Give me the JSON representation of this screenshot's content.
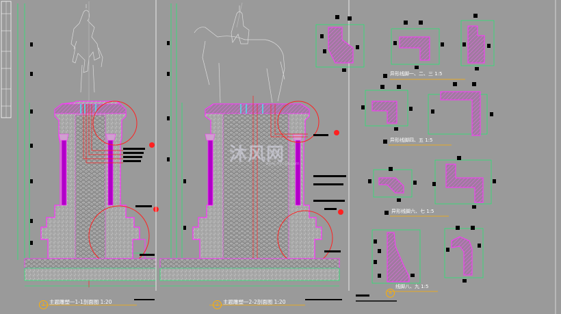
{
  "drawing": {
    "section_1": {
      "number": "1",
      "title": "主题雕塑一1-1剖面图 1:20"
    },
    "section_2": {
      "number": "2",
      "title": "主题雕塑一2-2剖面图 1:20"
    },
    "detail_a": {
      "title": "异形线脚一、二、三 1:5"
    },
    "detail_b": {
      "title": "异形线脚四、五 1:5"
    },
    "detail_c": {
      "title": "异形线脚六、七 1:5"
    },
    "detail_d": {
      "number": "8",
      "title": "线脚八、九 1:5"
    }
  },
  "watermark": {
    "text": "沐风网",
    "sub": "www.mfcad.com"
  },
  "colors": {
    "background": "#9a9a9a",
    "magenta": "#ff33ff",
    "green": "#00ff66",
    "red": "#ff2020",
    "white": "#ffffff",
    "cyan": "#33ffff",
    "hatch_pink": "#d070d0",
    "label_orange": "#ffb000"
  }
}
